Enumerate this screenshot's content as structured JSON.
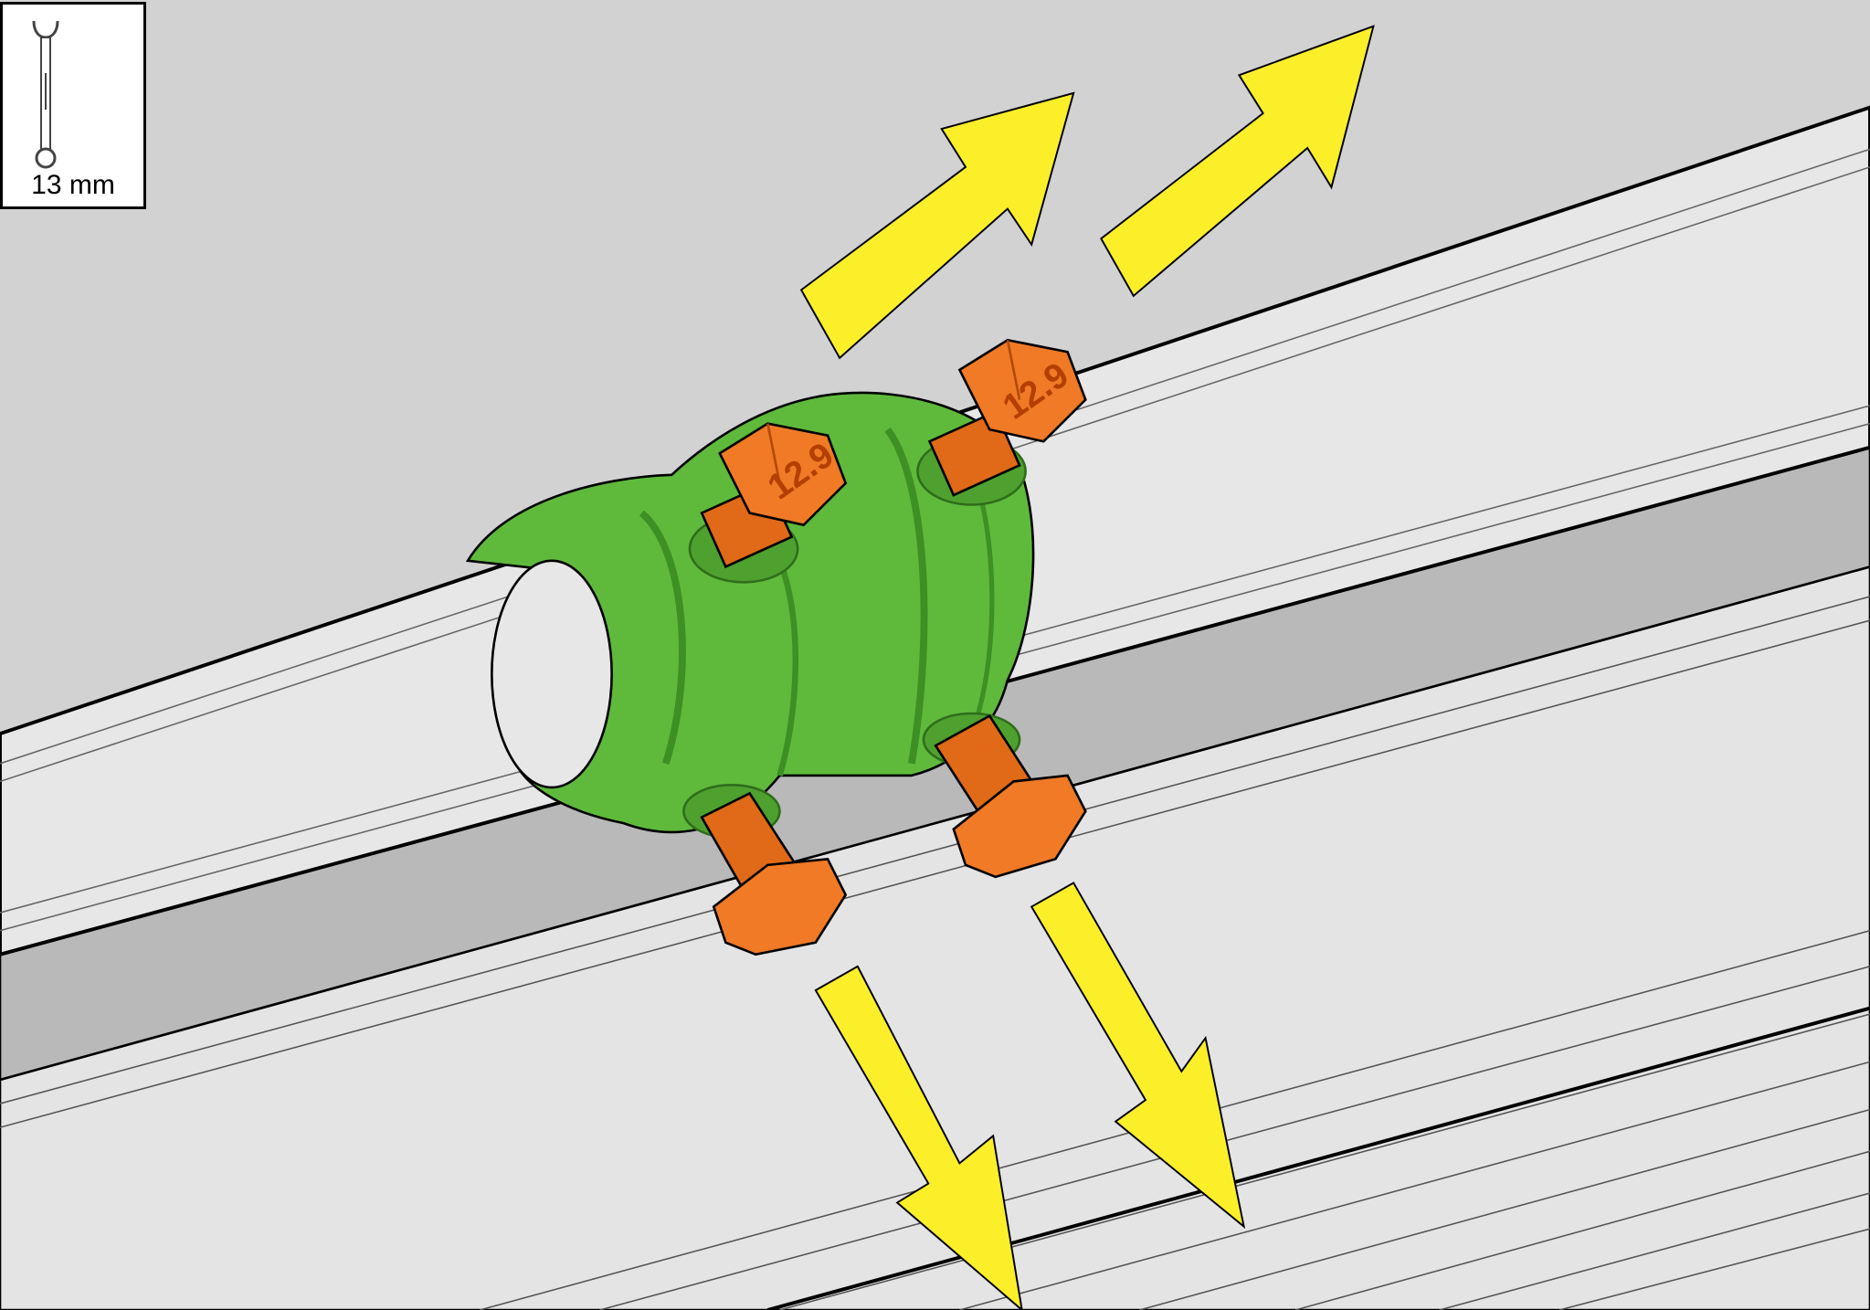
{
  "tool": {
    "icon": "open-end-wrench-icon",
    "size_label": "13 mm"
  },
  "bolt_markings": [
    "12.9",
    "12.9"
  ],
  "colors": {
    "background": "#d3d3d3",
    "rail": "#e6e6e6",
    "rail_shadow": "#b8b8b8",
    "clamp": "#5fba3c",
    "clamp_dark": "#3e8f24",
    "bolt": "#f07a25",
    "bolt_dark": "#b24a06",
    "arrow": "#fbef2a"
  }
}
